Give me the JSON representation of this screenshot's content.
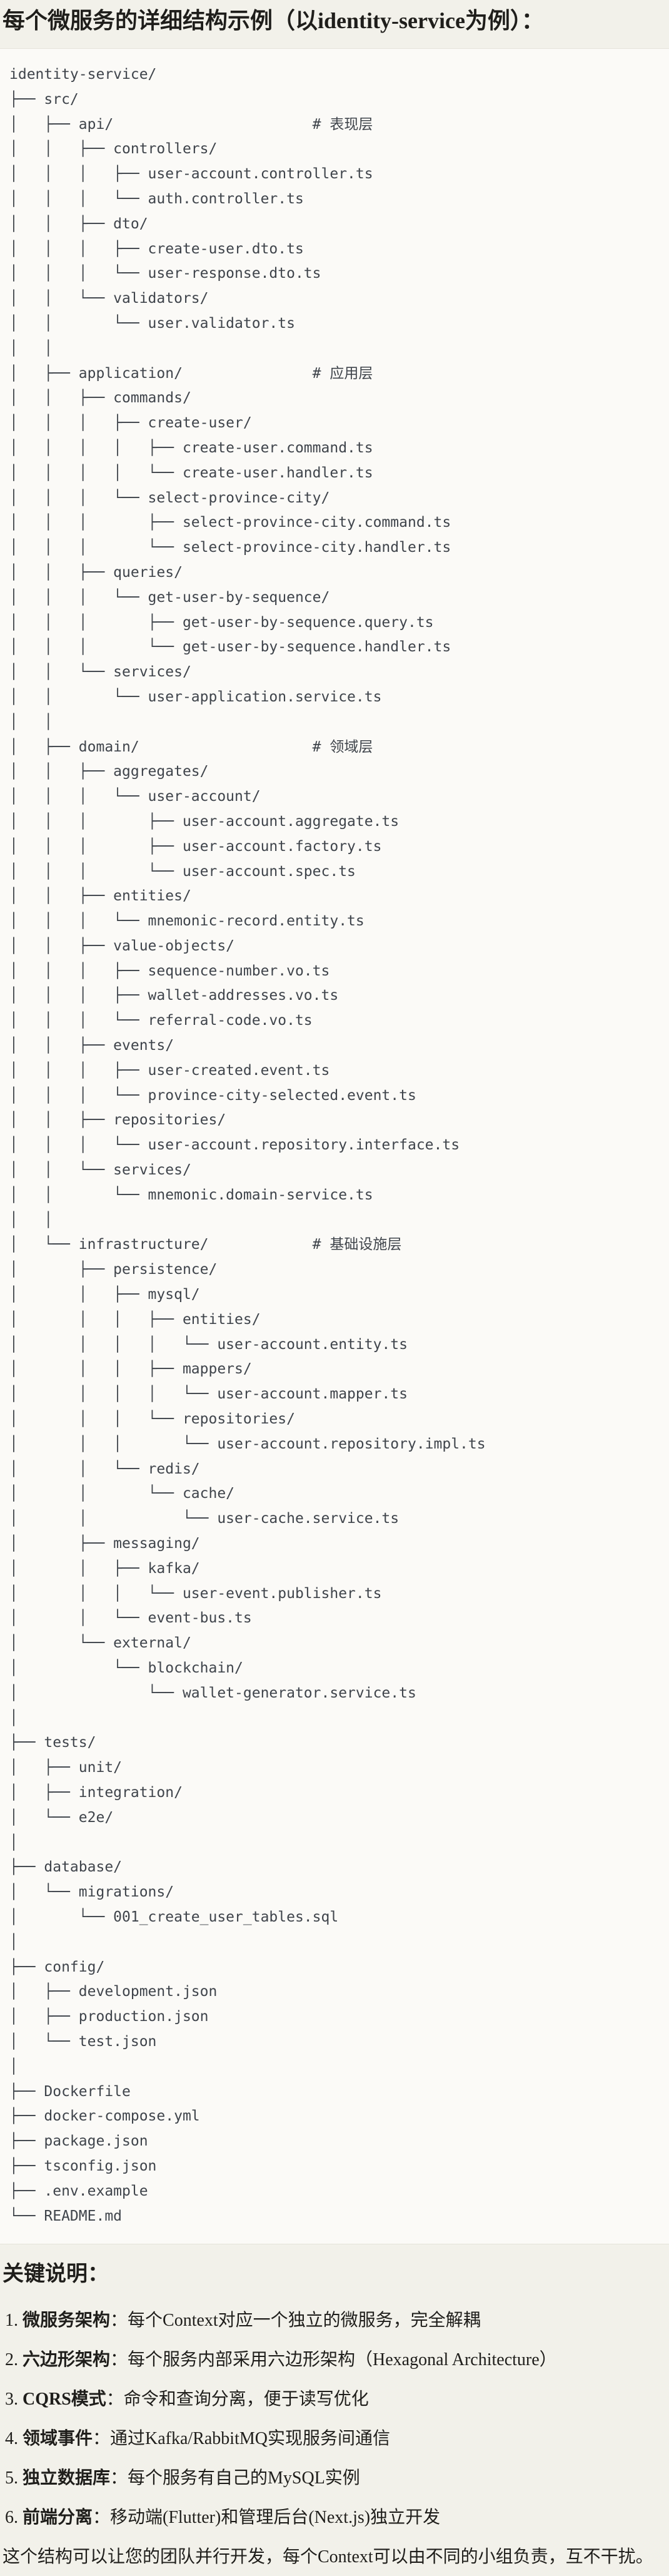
{
  "colors": {
    "page_bg": "#f2f1ea",
    "code_bg": "#fbfaf7",
    "divider": "#e5e3da",
    "code_text": "#3f444b",
    "text": "#1f1e1b"
  },
  "heading": {
    "title": "每个微服务的详细结构示例（以identity-service为例）："
  },
  "file_tree": {
    "lines": [
      "identity-service/",
      "├── src/",
      "│   ├── api/                       # 表现层",
      "│   │   ├── controllers/",
      "│   │   │   ├── user-account.controller.ts",
      "│   │   │   └── auth.controller.ts",
      "│   │   ├── dto/",
      "│   │   │   ├── create-user.dto.ts",
      "│   │   │   └── user-response.dto.ts",
      "│   │   └── validators/",
      "│   │       └── user.validator.ts",
      "│   │",
      "│   ├── application/               # 应用层",
      "│   │   ├── commands/",
      "│   │   │   ├── create-user/",
      "│   │   │   │   ├── create-user.command.ts",
      "│   │   │   │   └── create-user.handler.ts",
      "│   │   │   └── select-province-city/",
      "│   │   │       ├── select-province-city.command.ts",
      "│   │   │       └── select-province-city.handler.ts",
      "│   │   ├── queries/",
      "│   │   │   └── get-user-by-sequence/",
      "│   │   │       ├── get-user-by-sequence.query.ts",
      "│   │   │       └── get-user-by-sequence.handler.ts",
      "│   │   └── services/",
      "│   │       └── user-application.service.ts",
      "│   │",
      "│   ├── domain/                    # 领域层",
      "│   │   ├── aggregates/",
      "│   │   │   └── user-account/",
      "│   │   │       ├── user-account.aggregate.ts",
      "│   │   │       ├── user-account.factory.ts",
      "│   │   │       └── user-account.spec.ts",
      "│   │   ├── entities/",
      "│   │   │   └── mnemonic-record.entity.ts",
      "│   │   ├── value-objects/",
      "│   │   │   ├── sequence-number.vo.ts",
      "│   │   │   ├── wallet-addresses.vo.ts",
      "│   │   │   └── referral-code.vo.ts",
      "│   │   ├── events/",
      "│   │   │   ├── user-created.event.ts",
      "│   │   │   └── province-city-selected.event.ts",
      "│   │   ├── repositories/",
      "│   │   │   └── user-account.repository.interface.ts",
      "│   │   └── services/",
      "│   │       └── mnemonic.domain-service.ts",
      "│   │",
      "│   └── infrastructure/            # 基础设施层",
      "│       ├── persistence/",
      "│       │   ├── mysql/",
      "│       │   │   ├── entities/",
      "│       │   │   │   └── user-account.entity.ts",
      "│       │   │   ├── mappers/",
      "│       │   │   │   └── user-account.mapper.ts",
      "│       │   │   └── repositories/",
      "│       │   │       └── user-account.repository.impl.ts",
      "│       │   └── redis/",
      "│       │       └── cache/",
      "│       │           └── user-cache.service.ts",
      "│       ├── messaging/",
      "│       │   ├── kafka/",
      "│       │   │   └── user-event.publisher.ts",
      "│       │   └── event-bus.ts",
      "│       └── external/",
      "│           └── blockchain/",
      "│               └── wallet-generator.service.ts",
      "│",
      "├── tests/",
      "│   ├── unit/",
      "│   ├── integration/",
      "│   └── e2e/",
      "│",
      "├── database/",
      "│   └── migrations/",
      "│       └── 001_create_user_tables.sql",
      "│",
      "├── config/",
      "│   ├── development.json",
      "│   ├── production.json",
      "│   └── test.json",
      "│",
      "├── Dockerfile",
      "├── docker-compose.yml",
      "├── package.json",
      "├── tsconfig.json",
      "├── .env.example",
      "└── README.md"
    ]
  },
  "notes": {
    "title": "关键说明：",
    "items": [
      {
        "num": "1.",
        "label": "微服务架构",
        "text": "：每个Context对应一个独立的微服务，完全解耦"
      },
      {
        "num": "2.",
        "label": "六边形架构",
        "text": "：每个服务内部采用六边形架构（Hexagonal Architecture）"
      },
      {
        "num": "3.",
        "label": "CQRS模式",
        "text": "：命令和查询分离，便于读写优化"
      },
      {
        "num": "4.",
        "label": "领域事件",
        "text": "：通过Kafka/RabbitMQ实现服务间通信"
      },
      {
        "num": "5.",
        "label": "独立数据库",
        "text": "：每个服务有自己的MySQL实例"
      },
      {
        "num": "6.",
        "label": "前端分离",
        "text": "：移动端(Flutter)和管理后台(Next.js)独立开发"
      }
    ],
    "footer": "这个结构可以让您的团队并行开发，每个Context可以由不同的小组负责，互不干扰。"
  }
}
